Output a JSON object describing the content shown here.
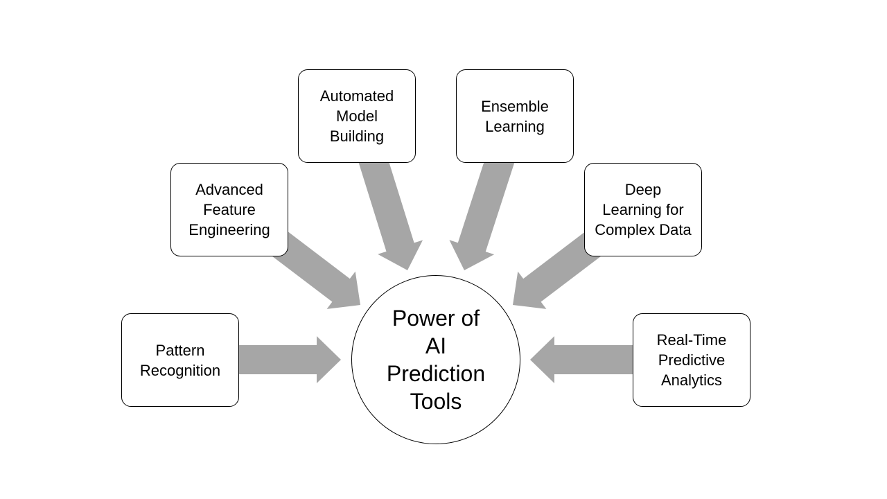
{
  "diagram": {
    "center": {
      "label": "Power of\nAI\nPrediction\nTools"
    },
    "nodes": [
      {
        "id": "pattern-recognition",
        "label": "Pattern\nRecognition"
      },
      {
        "id": "advanced-feature-engineering",
        "label": "Advanced\nFeature\nEngineering"
      },
      {
        "id": "automated-model-building",
        "label": "Automated\nModel\nBuilding"
      },
      {
        "id": "ensemble-learning",
        "label": "Ensemble\nLearning"
      },
      {
        "id": "deep-learning",
        "label": "Deep\nLearning for\nComplex Data"
      },
      {
        "id": "real-time-analytics",
        "label": "Real-Time\nPredictive\nAnalytics"
      }
    ],
    "edges": [
      {
        "from": "pattern-recognition",
        "to": "center"
      },
      {
        "from": "advanced-feature-engineering",
        "to": "center"
      },
      {
        "from": "automated-model-building",
        "to": "center"
      },
      {
        "from": "ensemble-learning",
        "to": "center"
      },
      {
        "from": "deep-learning",
        "to": "center"
      },
      {
        "from": "real-time-analytics",
        "to": "center"
      }
    ],
    "colors": {
      "arrow": "#a6a6a6",
      "border": "#000000",
      "background": "#ffffff"
    }
  }
}
